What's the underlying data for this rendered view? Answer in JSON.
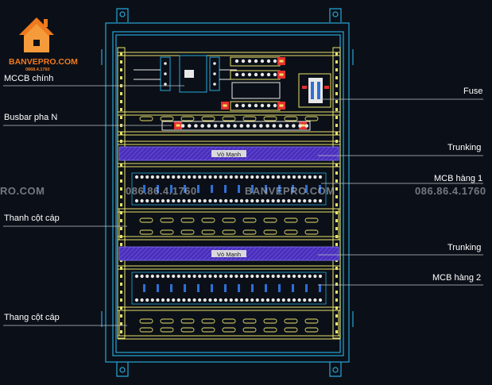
{
  "brand": {
    "name": "BANVEPRO.COM",
    "phone": "0868.4.1760"
  },
  "watermarks": {
    "left": "RO.COM",
    "center_phone": "086.86.4.1760",
    "center_site": "BANVEPRO.COM",
    "right_phone": "086.86.4.1760"
  },
  "labels": {
    "mccb": "MCCB  chính",
    "busbar": "Busbar pha N",
    "fuse": "Fuse",
    "trunking1": "Trunking",
    "mcb1": "MCB hàng 1",
    "thanh_cot_cap": "Thanh cột cáp",
    "trunking2": "Trunking",
    "mcb2": "MCB hàng 2",
    "thang_cot_cap": "Thang cột cáp"
  },
  "trunking_text": {
    "top": "Vỏ Mạnh",
    "bottom": "Vỏ Mạnh"
  },
  "colors": {
    "cabinet": "#27a7d8",
    "rail": "#e8e16a",
    "trunking": "#5a3fd0",
    "red": "#e53030",
    "white": "#e8e8e8",
    "leader": "#bfc3c8",
    "logo": "#f07a1e"
  }
}
